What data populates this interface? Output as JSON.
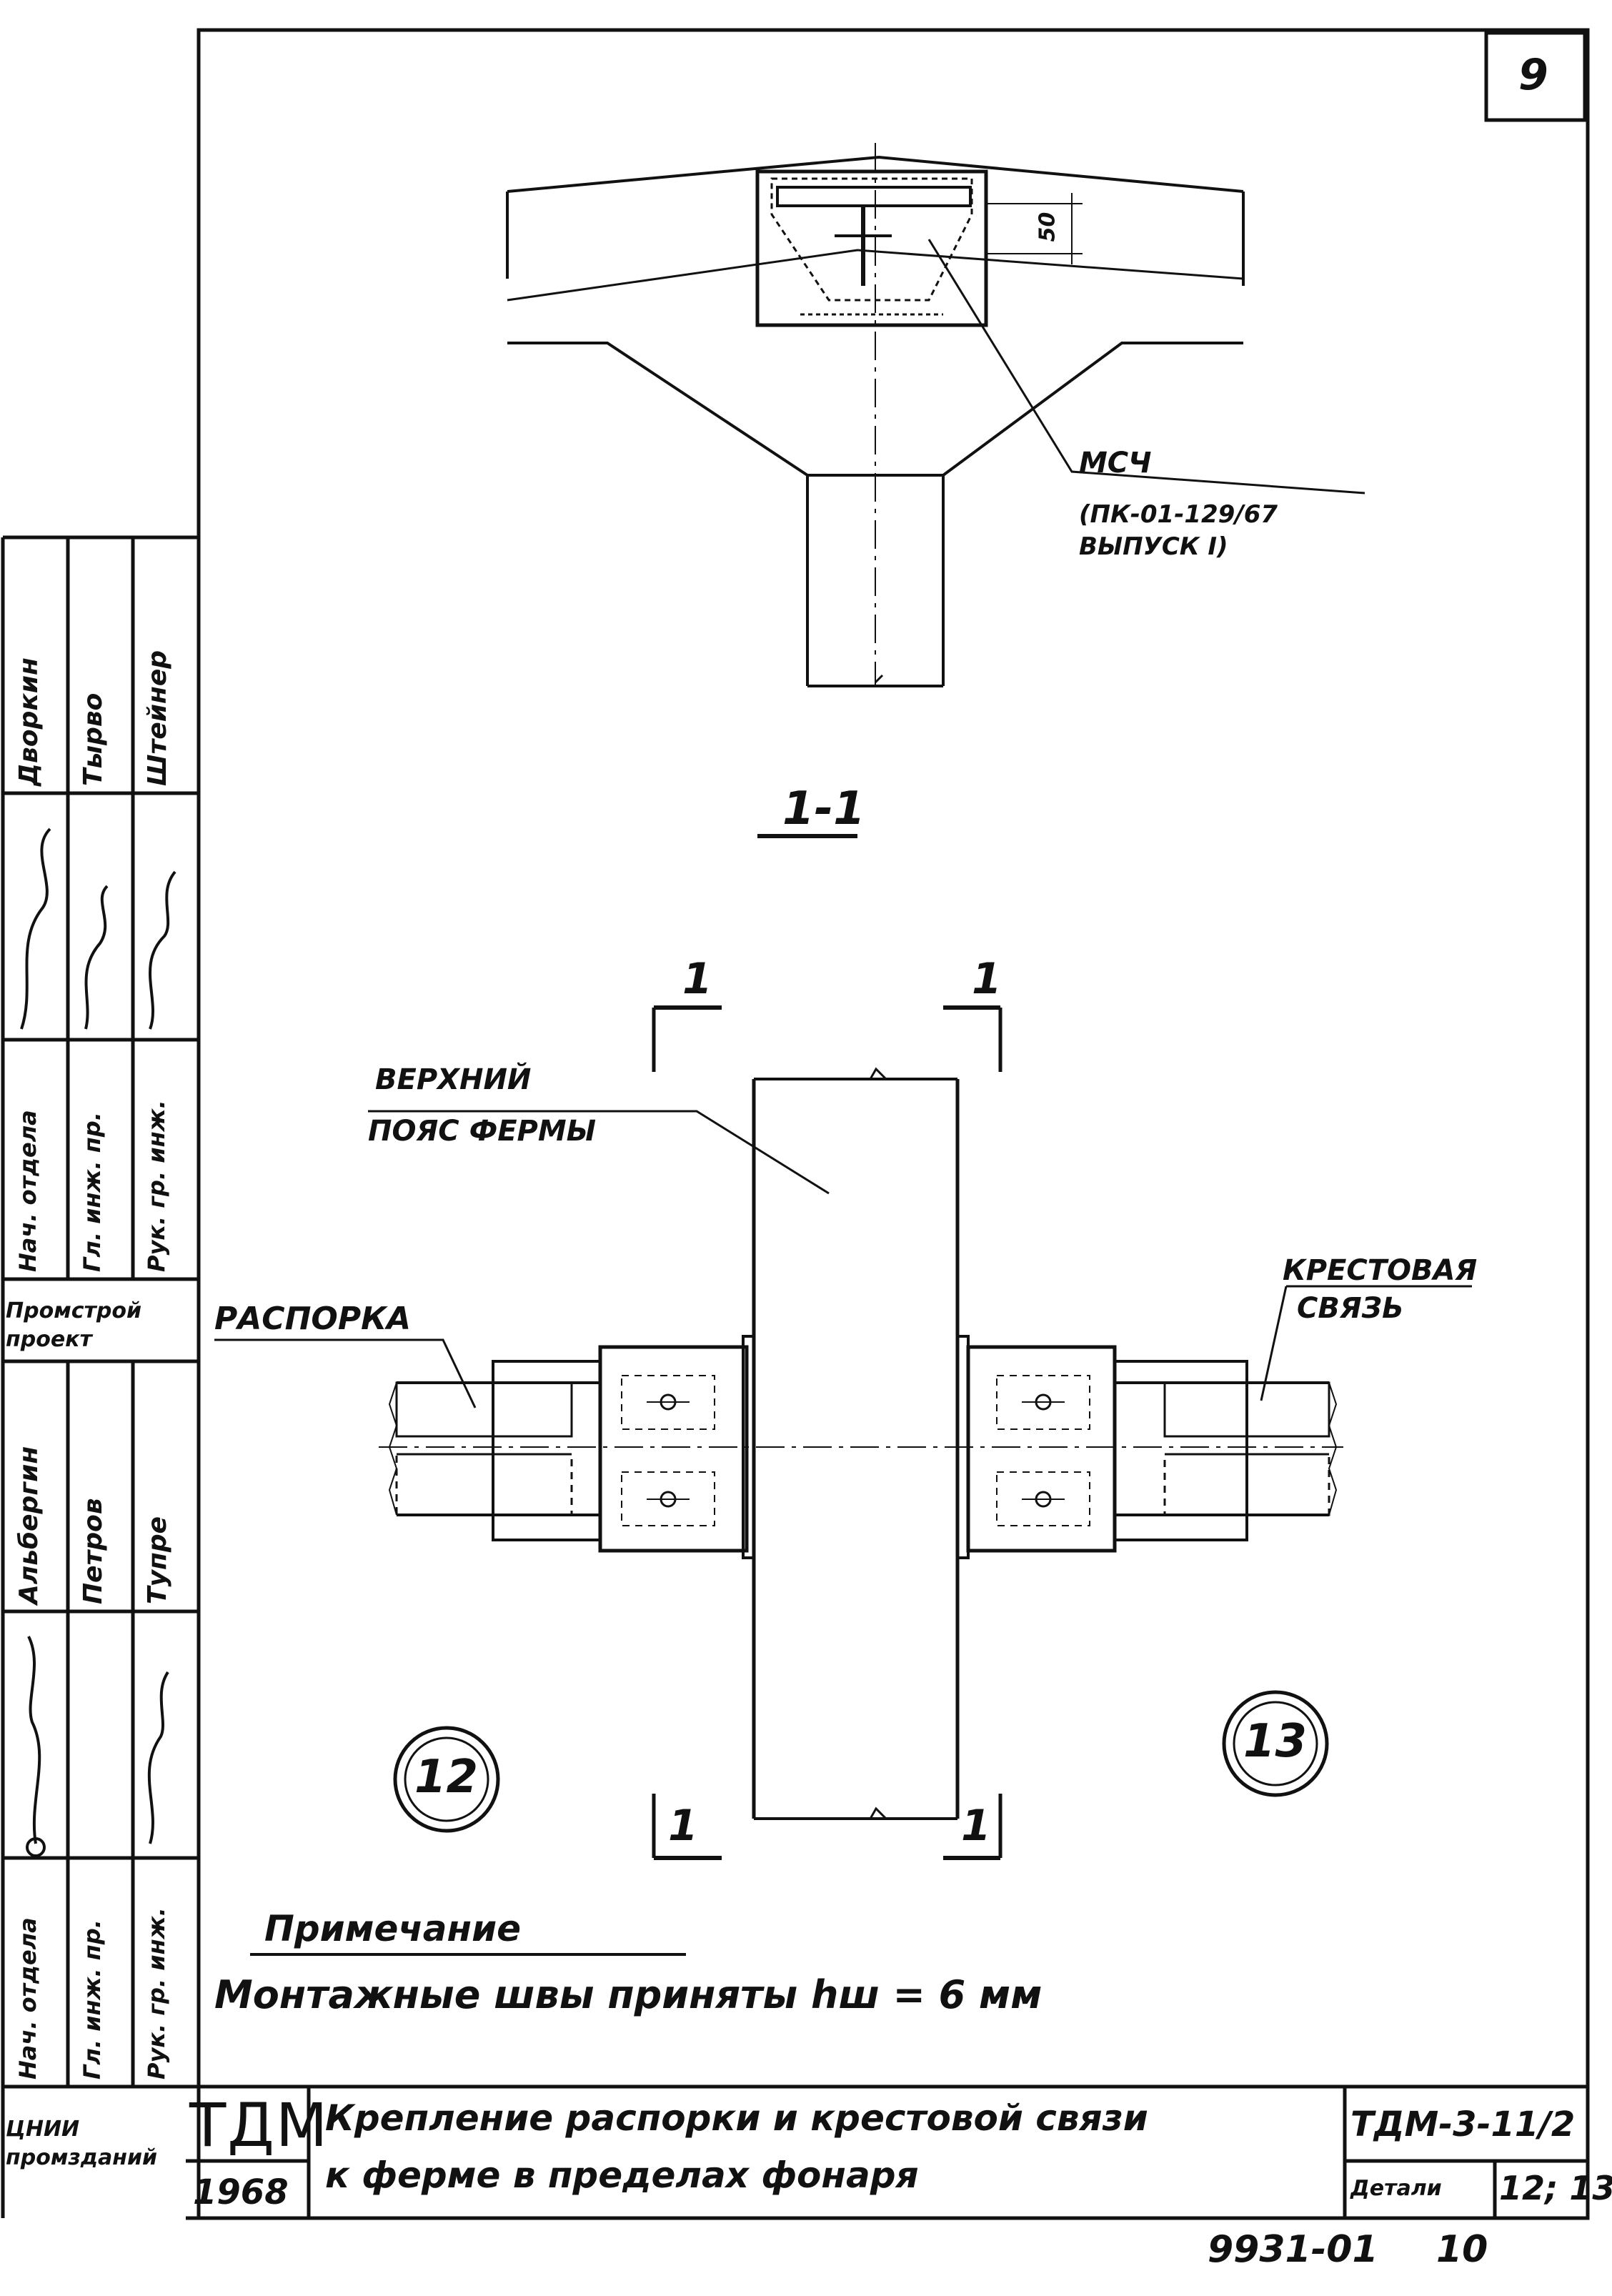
{
  "sheet": {
    "page_number": "9",
    "bottom_sheet_number": "10",
    "archive_number": "9931-01"
  },
  "section": {
    "label": "1-1",
    "weld_dim": "50",
    "callout_line1": "МСЧ",
    "callout_line2": "(ПК-01-129/67",
    "callout_line3": "ВЫПУСК I)"
  },
  "plan": {
    "cut_mark": "1",
    "label_top_chord_1": "ВЕРХНИЙ",
    "label_top_chord_2": "ПОЯС ФЕРМЫ",
    "label_strut": "РАСПОРКА",
    "label_cross_1": "КРЕСТОВАЯ",
    "label_cross_2": "СВЯЗЬ",
    "detail_left": "12",
    "detail_right": "13"
  },
  "note": {
    "heading": "Примечание",
    "text": "Монтажные швы приняты hш = 6 мм"
  },
  "title_block": {
    "org": "ТДМ",
    "year": "1968",
    "title_line1": "Крепление распорки и крестовой связи",
    "title_line2": "к ферме в пределах фонаря",
    "doc_code": "ТДМ-3-11/2",
    "detail_label": "Детали",
    "detail_nums": "12; 13"
  },
  "stamp": {
    "upper_roles": [
      "Нач. отдела",
      "Гл. инж. пр.",
      "Рук. гр. инж."
    ],
    "upper_names": [
      "Дворкин",
      "Тырво",
      "Штейнер"
    ],
    "org1": "Промстрой проект",
    "lower_roles": [
      "Нач. отдела",
      "Гл. инж. пр.",
      "Рук. гр. инж."
    ],
    "lower_names": [
      "Альбергин",
      "Петров",
      "Тупре"
    ],
    "org2": "ЦНИИ промзданий"
  }
}
